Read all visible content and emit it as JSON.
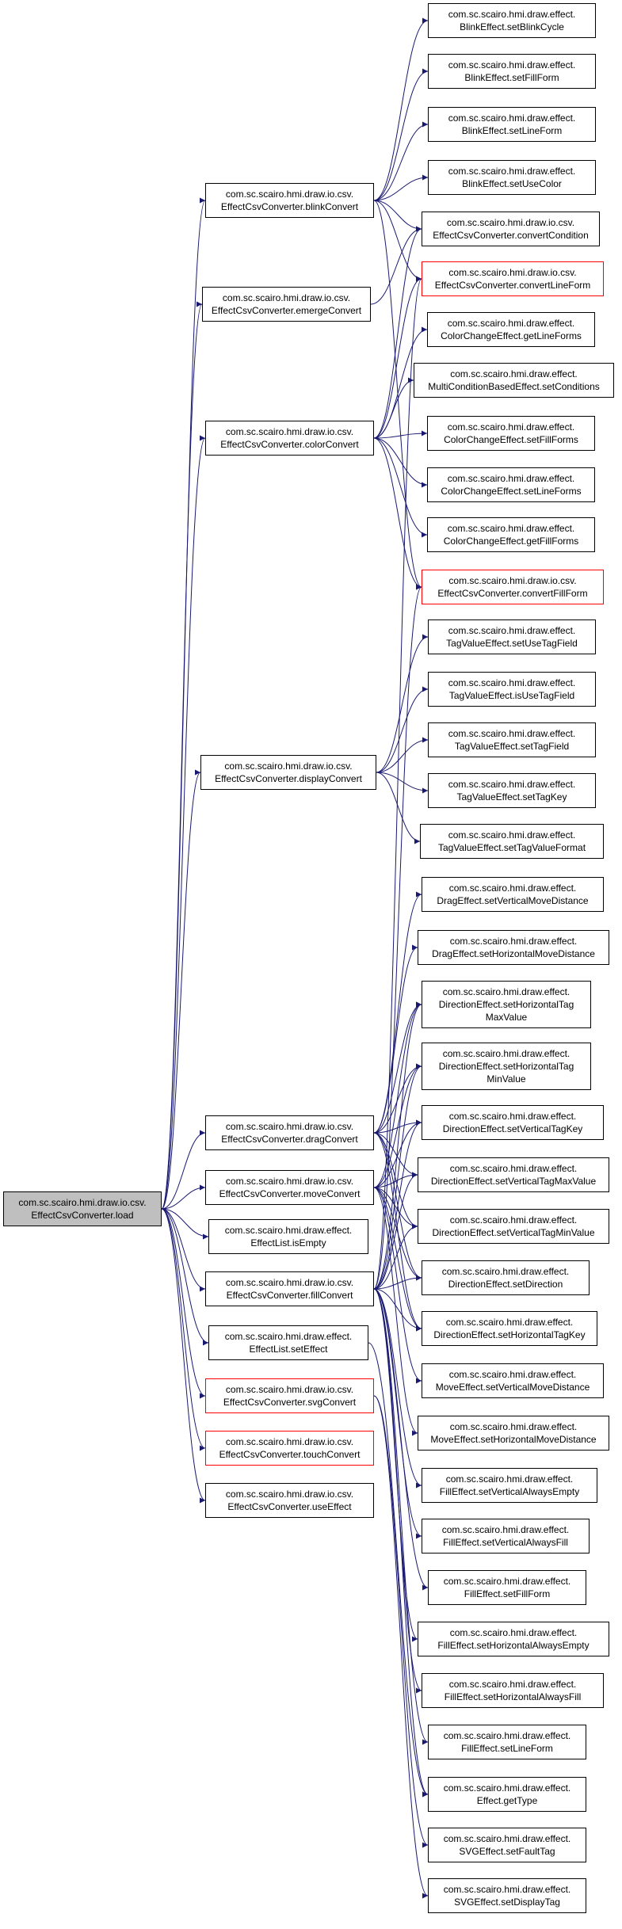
{
  "edge_color": "#191970",
  "nodes": [
    {
      "id": "load",
      "lines": [
        "com.sc.scairo.hmi.draw.io.csv.",
        "EffectCsvConverter.load"
      ],
      "style": "root"
    },
    {
      "id": "blinkConvert",
      "lines": [
        "com.sc.scairo.hmi.draw.io.csv.",
        "EffectCsvConverter.blinkConvert"
      ]
    },
    {
      "id": "emergeConvert",
      "lines": [
        "com.sc.scairo.hmi.draw.io.csv.",
        "EffectCsvConverter.emergeConvert"
      ]
    },
    {
      "id": "colorConvert",
      "lines": [
        "com.sc.scairo.hmi.draw.io.csv.",
        "EffectCsvConverter.colorConvert"
      ]
    },
    {
      "id": "displayConvert",
      "lines": [
        "com.sc.scairo.hmi.draw.io.csv.",
        "EffectCsvConverter.displayConvert"
      ]
    },
    {
      "id": "dragConvert",
      "lines": [
        "com.sc.scairo.hmi.draw.io.csv.",
        "EffectCsvConverter.dragConvert"
      ]
    },
    {
      "id": "moveConvert",
      "lines": [
        "com.sc.scairo.hmi.draw.io.csv.",
        "EffectCsvConverter.moveConvert"
      ]
    },
    {
      "id": "isEmpty",
      "lines": [
        "com.sc.scairo.hmi.draw.effect.",
        "EffectList.isEmpty"
      ]
    },
    {
      "id": "fillConvert",
      "lines": [
        "com.sc.scairo.hmi.draw.io.csv.",
        "EffectCsvConverter.fillConvert"
      ]
    },
    {
      "id": "setEffect",
      "lines": [
        "com.sc.scairo.hmi.draw.effect.",
        "EffectList.setEffect"
      ]
    },
    {
      "id": "svgConvert",
      "lines": [
        "com.sc.scairo.hmi.draw.io.csv.",
        "EffectCsvConverter.svgConvert"
      ],
      "style": "red"
    },
    {
      "id": "touchConvert",
      "lines": [
        "com.sc.scairo.hmi.draw.io.csv.",
        "EffectCsvConverter.touchConvert"
      ],
      "style": "red"
    },
    {
      "id": "useEffect",
      "lines": [
        "com.sc.scairo.hmi.draw.io.csv.",
        "EffectCsvConverter.useEffect"
      ]
    },
    {
      "id": "setBlinkCycle",
      "lines": [
        "com.sc.scairo.hmi.draw.effect.",
        "BlinkEffect.setBlinkCycle"
      ]
    },
    {
      "id": "blinkSetFillForm",
      "lines": [
        "com.sc.scairo.hmi.draw.effect.",
        "BlinkEffect.setFillForm"
      ]
    },
    {
      "id": "blinkSetLineForm",
      "lines": [
        "com.sc.scairo.hmi.draw.effect.",
        "BlinkEffect.setLineForm"
      ]
    },
    {
      "id": "setUseColor",
      "lines": [
        "com.sc.scairo.hmi.draw.effect.",
        "BlinkEffect.setUseColor"
      ]
    },
    {
      "id": "convertCondition",
      "lines": [
        "com.sc.scairo.hmi.draw.io.csv.",
        "EffectCsvConverter.convertCondition"
      ]
    },
    {
      "id": "convertLineForm",
      "lines": [
        "com.sc.scairo.hmi.draw.io.csv.",
        "EffectCsvConverter.convertLineForm"
      ],
      "style": "red"
    },
    {
      "id": "ccGetLineForms",
      "lines": [
        "com.sc.scairo.hmi.draw.effect.",
        "ColorChangeEffect.getLineForms"
      ]
    },
    {
      "id": "setConditions",
      "lines": [
        "com.sc.scairo.hmi.draw.effect.",
        "MultiConditionBasedEffect.setConditions"
      ]
    },
    {
      "id": "ccSetFillForms",
      "lines": [
        "com.sc.scairo.hmi.draw.effect.",
        "ColorChangeEffect.setFillForms"
      ]
    },
    {
      "id": "ccSetLineForms",
      "lines": [
        "com.sc.scairo.hmi.draw.effect.",
        "ColorChangeEffect.setLineForms"
      ]
    },
    {
      "id": "ccGetFillForms",
      "lines": [
        "com.sc.scairo.hmi.draw.effect.",
        "ColorChangeEffect.getFillForms"
      ]
    },
    {
      "id": "convertFillForm",
      "lines": [
        "com.sc.scairo.hmi.draw.io.csv.",
        "EffectCsvConverter.convertFillForm"
      ],
      "style": "red"
    },
    {
      "id": "setUseTagField",
      "lines": [
        "com.sc.scairo.hmi.draw.effect.",
        "TagValueEffect.setUseTagField"
      ]
    },
    {
      "id": "isUseTagField",
      "lines": [
        "com.sc.scairo.hmi.draw.effect.",
        "TagValueEffect.isUseTagField"
      ]
    },
    {
      "id": "setTagField",
      "lines": [
        "com.sc.scairo.hmi.draw.effect.",
        "TagValueEffect.setTagField"
      ]
    },
    {
      "id": "setTagKey",
      "lines": [
        "com.sc.scairo.hmi.draw.effect.",
        "TagValueEffect.setTagKey"
      ]
    },
    {
      "id": "setTagValueFormat",
      "lines": [
        "com.sc.scairo.hmi.draw.effect.",
        "TagValueEffect.setTagValueFormat"
      ]
    },
    {
      "id": "dragSetVMD",
      "lines": [
        "com.sc.scairo.hmi.draw.effect.",
        "DragEffect.setVerticalMoveDistance"
      ]
    },
    {
      "id": "dragSetHMD",
      "lines": [
        "com.sc.scairo.hmi.draw.effect.",
        "DragEffect.setHorizontalMoveDistance"
      ]
    },
    {
      "id": "setHTagMax",
      "lines": [
        "com.sc.scairo.hmi.draw.effect.",
        "DirectionEffect.setHorizontalTag",
        "MaxValue"
      ]
    },
    {
      "id": "setHTagMin",
      "lines": [
        "com.sc.scairo.hmi.draw.effect.",
        "DirectionEffect.setHorizontalTag",
        "MinValue"
      ]
    },
    {
      "id": "setVTagKey",
      "lines": [
        "com.sc.scairo.hmi.draw.effect.",
        "DirectionEffect.setVerticalTagKey"
      ]
    },
    {
      "id": "setVTagMax",
      "lines": [
        "com.sc.scairo.hmi.draw.effect.",
        "DirectionEffect.setVerticalTagMaxValue"
      ]
    },
    {
      "id": "setVTagMin",
      "lines": [
        "com.sc.scairo.hmi.draw.effect.",
        "DirectionEffect.setVerticalTagMinValue"
      ]
    },
    {
      "id": "setDirection",
      "lines": [
        "com.sc.scairo.hmi.draw.effect.",
        "DirectionEffect.setDirection"
      ]
    },
    {
      "id": "setHTagKey",
      "lines": [
        "com.sc.scairo.hmi.draw.effect.",
        "DirectionEffect.setHorizontalTagKey"
      ]
    },
    {
      "id": "moveSetVMD",
      "lines": [
        "com.sc.scairo.hmi.draw.effect.",
        "MoveEffect.setVerticalMoveDistance"
      ]
    },
    {
      "id": "moveSetHMD",
      "lines": [
        "com.sc.scairo.hmi.draw.effect.",
        "MoveEffect.setHorizontalMoveDistance"
      ]
    },
    {
      "id": "setVAE",
      "lines": [
        "com.sc.scairo.hmi.draw.effect.",
        "FillEffect.setVerticalAlwaysEmpty"
      ]
    },
    {
      "id": "setVAF",
      "lines": [
        "com.sc.scairo.hmi.draw.effect.",
        "FillEffect.setVerticalAlwaysFill"
      ]
    },
    {
      "id": "fillSetFillForm",
      "lines": [
        "com.sc.scairo.hmi.draw.effect.",
        "FillEffect.setFillForm"
      ]
    },
    {
      "id": "setHAE",
      "lines": [
        "com.sc.scairo.hmi.draw.effect.",
        "FillEffect.setHorizontalAlwaysEmpty"
      ]
    },
    {
      "id": "setHAF",
      "lines": [
        "com.sc.scairo.hmi.draw.effect.",
        "FillEffect.setHorizontalAlwaysFill"
      ]
    },
    {
      "id": "fillSetLineForm",
      "lines": [
        "com.sc.scairo.hmi.draw.effect.",
        "FillEffect.setLineForm"
      ]
    },
    {
      "id": "getType",
      "lines": [
        "com.sc.scairo.hmi.draw.effect.",
        "Effect.getType"
      ]
    },
    {
      "id": "setFaultTag",
      "lines": [
        "com.sc.scairo.hmi.draw.effect.",
        "SVGEffect.setFaultTag"
      ]
    },
    {
      "id": "setDisplayTag",
      "lines": [
        "com.sc.scairo.hmi.draw.effect.",
        "SVGEffect.setDisplayTag"
      ]
    }
  ],
  "edges": [
    [
      "load",
      "blinkConvert"
    ],
    [
      "load",
      "emergeConvert"
    ],
    [
      "load",
      "colorConvert"
    ],
    [
      "load",
      "displayConvert"
    ],
    [
      "load",
      "dragConvert"
    ],
    [
      "load",
      "moveConvert"
    ],
    [
      "load",
      "isEmpty"
    ],
    [
      "load",
      "fillConvert"
    ],
    [
      "load",
      "setEffect"
    ],
    [
      "load",
      "svgConvert"
    ],
    [
      "load",
      "touchConvert"
    ],
    [
      "load",
      "useEffect"
    ],
    [
      "blinkConvert",
      "setBlinkCycle"
    ],
    [
      "blinkConvert",
      "blinkSetFillForm"
    ],
    [
      "blinkConvert",
      "blinkSetLineForm"
    ],
    [
      "blinkConvert",
      "setUseColor"
    ],
    [
      "blinkConvert",
      "convertCondition"
    ],
    [
      "blinkConvert",
      "convertLineForm"
    ],
    [
      "blinkConvert",
      "convertFillForm"
    ],
    [
      "emergeConvert",
      "convertCondition"
    ],
    [
      "colorConvert",
      "convertCondition"
    ],
    [
      "colorConvert",
      "convertLineForm"
    ],
    [
      "colorConvert",
      "ccGetLineForms"
    ],
    [
      "colorConvert",
      "setConditions"
    ],
    [
      "colorConvert",
      "ccSetFillForms"
    ],
    [
      "colorConvert",
      "ccSetLineForms"
    ],
    [
      "colorConvert",
      "ccGetFillForms"
    ],
    [
      "colorConvert",
      "convertFillForm"
    ],
    [
      "displayConvert",
      "setUseTagField"
    ],
    [
      "displayConvert",
      "isUseTagField"
    ],
    [
      "displayConvert",
      "setTagField"
    ],
    [
      "displayConvert",
      "setTagKey"
    ],
    [
      "displayConvert",
      "setTagValueFormat"
    ],
    [
      "dragConvert",
      "dragSetVMD"
    ],
    [
      "dragConvert",
      "dragSetHMD"
    ],
    [
      "dragConvert",
      "setHTagMax"
    ],
    [
      "dragConvert",
      "setHTagMin"
    ],
    [
      "dragConvert",
      "setVTagKey"
    ],
    [
      "dragConvert",
      "setVTagMax"
    ],
    [
      "dragConvert",
      "setVTagMin"
    ],
    [
      "dragConvert",
      "setDirection"
    ],
    [
      "dragConvert",
      "setHTagKey"
    ],
    [
      "moveConvert",
      "setHTagMax"
    ],
    [
      "moveConvert",
      "setHTagMin"
    ],
    [
      "moveConvert",
      "setVTagKey"
    ],
    [
      "moveConvert",
      "setVTagMax"
    ],
    [
      "moveConvert",
      "setVTagMin"
    ],
    [
      "moveConvert",
      "setDirection"
    ],
    [
      "moveConvert",
      "setHTagKey"
    ],
    [
      "moveConvert",
      "moveSetVMD"
    ],
    [
      "moveConvert",
      "moveSetHMD"
    ],
    [
      "fillConvert",
      "convertLineForm"
    ],
    [
      "fillConvert",
      "convertFillForm"
    ],
    [
      "fillConvert",
      "setHTagMax"
    ],
    [
      "fillConvert",
      "setHTagMin"
    ],
    [
      "fillConvert",
      "setVTagKey"
    ],
    [
      "fillConvert",
      "setVTagMax"
    ],
    [
      "fillConvert",
      "setVTagMin"
    ],
    [
      "fillConvert",
      "setDirection"
    ],
    [
      "fillConvert",
      "setHTagKey"
    ],
    [
      "fillConvert",
      "setVAE"
    ],
    [
      "fillConvert",
      "setVAF"
    ],
    [
      "fillConvert",
      "fillSetFillForm"
    ],
    [
      "fillConvert",
      "setHAE"
    ],
    [
      "fillConvert",
      "setHAF"
    ],
    [
      "fillConvert",
      "fillSetLineForm"
    ],
    [
      "fillConvert",
      "getType"
    ],
    [
      "setEffect",
      "getType"
    ],
    [
      "svgConvert",
      "setFaultTag"
    ],
    [
      "svgConvert",
      "setDisplayTag"
    ]
  ]
}
